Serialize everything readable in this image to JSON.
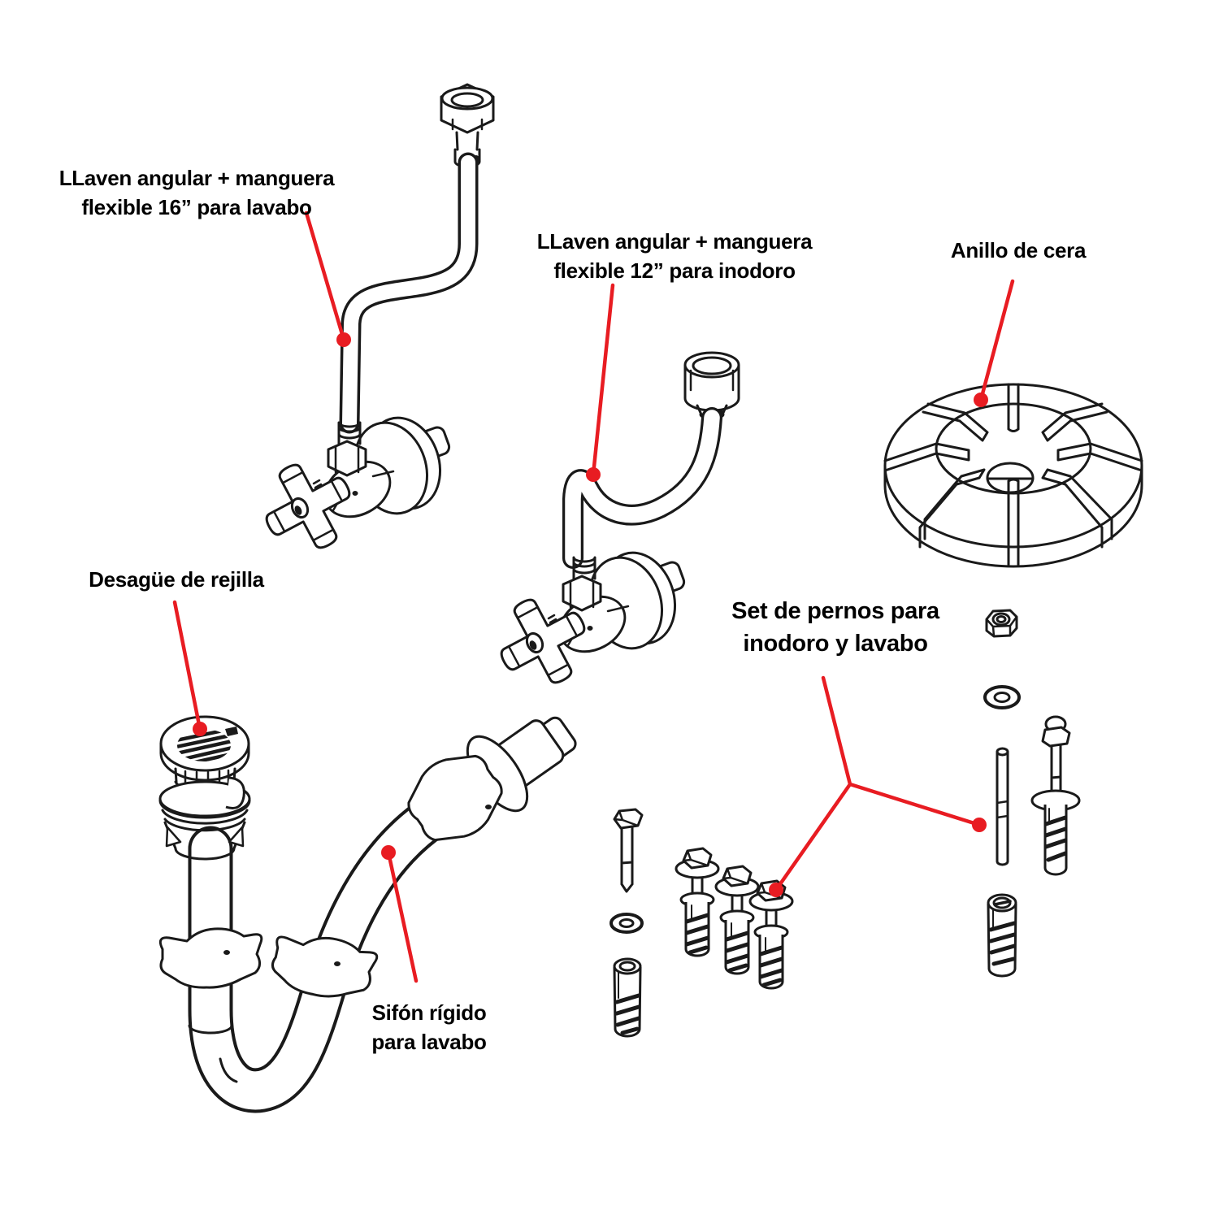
{
  "colors": {
    "background": "#ffffff",
    "line": "#1a1a1a",
    "leader": "#e81c22",
    "text": "#000000"
  },
  "labels": {
    "valve16": {
      "line1": "LLaven angular + manguera",
      "line2": "flexible 16” para lavabo"
    },
    "valve12": {
      "line1": "LLaven angular + manguera",
      "line2": "flexible 12” para inodoro"
    },
    "anillo": {
      "line1": "Anillo de cera"
    },
    "desague": {
      "line1": "Desagüe de rejilla"
    },
    "pernos": {
      "line1": "Set de pernos para",
      "line2": "inodoro y lavabo"
    },
    "sifon": {
      "line1": "Sifón rígido",
      "line2": "para lavabo"
    }
  }
}
